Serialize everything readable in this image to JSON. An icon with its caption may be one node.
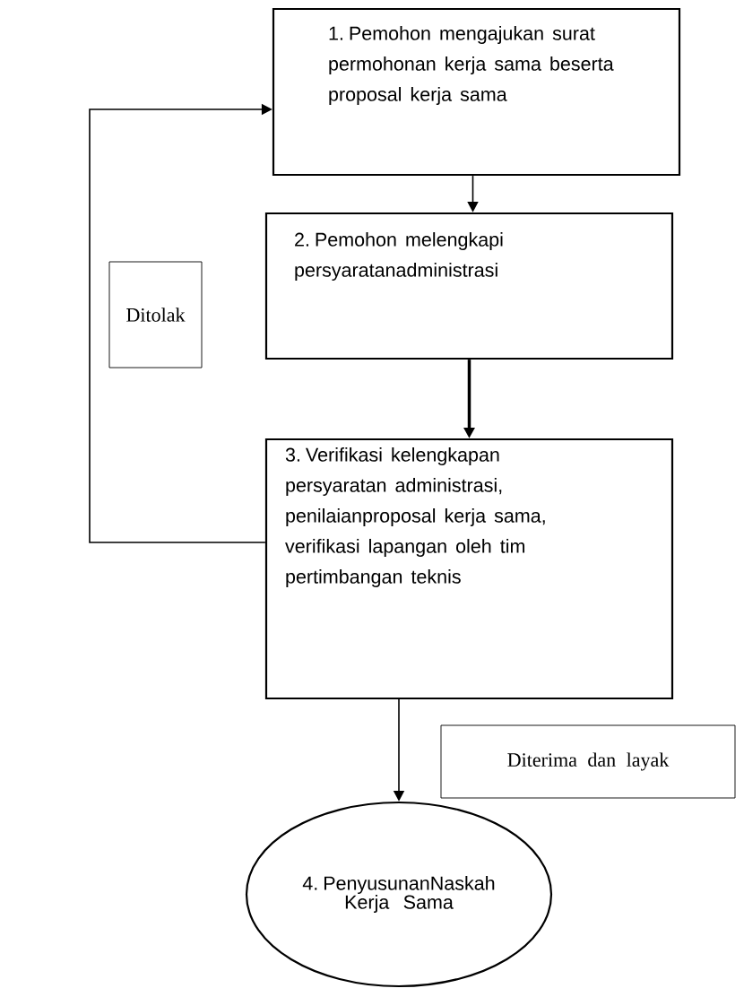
{
  "diagram": {
    "nodes": [
      {
        "text": [
          "1. Pemohon mengajukan surat permohonan kerja sama beserta proposal kerja sama"
        ]
      },
      {
        "text": [
          "2. Pemohon melengkapi persyaratanadministrasi"
        ]
      },
      {
        "text": [
          "3. Verifikasi kelengkapan persyaratan administrasi, penilaianproposal kerja sama, verifikasi lapangan oleh tim pertimbangan teknis"
        ]
      },
      {
        "text": [
          "4. PenyusunanNaskah Kerja Sama"
        ]
      },
      {
        "text": [
          "Ditolak"
        ]
      },
      {
        "text": [
          "Diterima dan layak"
        ]
      }
    ],
    "edges": [
      {
        "from": 0,
        "to": 1,
        "arrow": "to"
      },
      {
        "from": 1,
        "to": 2,
        "arrow": "to",
        "style": "thick"
      },
      {
        "from": 2,
        "to": 0,
        "arrow": "to"
      },
      {
        "from": 2,
        "to": 3,
        "arrow": "to"
      }
    ]
  }
}
